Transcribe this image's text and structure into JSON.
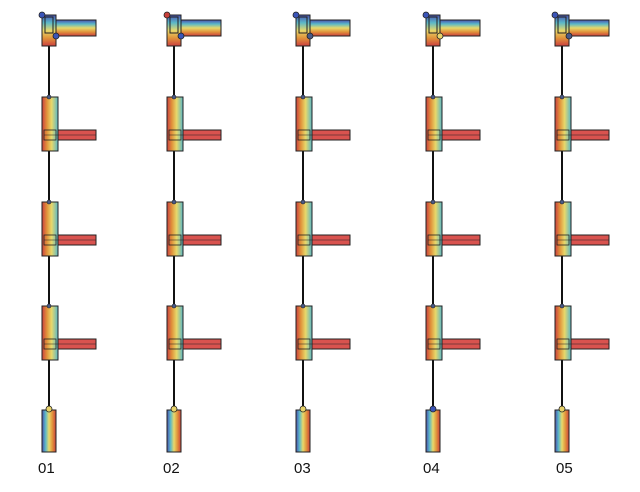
{
  "columns": [
    {
      "label": "01",
      "node_colors": [
        "#3b55b8",
        "#3b55b8",
        "#4a5a88",
        "#e8d36a"
      ]
    },
    {
      "label": "02",
      "node_colors": [
        "#c8403a",
        "#3b55b8",
        "#4a5a88",
        "#e8d36a"
      ]
    },
    {
      "label": "03",
      "node_colors": [
        "#3b55b8",
        "#4a5a88",
        "#4a5a88",
        "#e8d36a"
      ]
    },
    {
      "label": "04",
      "node_colors": [
        "#3b55b8",
        "#e8d36a",
        "#4a5a88",
        "#3b55b8"
      ]
    },
    {
      "label": "05",
      "node_colors": [
        "#3b55b8",
        "#4a5a88",
        "#4a5a88",
        "#e8d36a"
      ]
    }
  ],
  "colors": {
    "beam": "#d9534f",
    "outline": "#222222",
    "connector": "#111111",
    "gradient_stops": [
      "#4b4fb0",
      "#5ab8c8",
      "#e8d86a",
      "#e0913a",
      "#cc4040"
    ]
  }
}
